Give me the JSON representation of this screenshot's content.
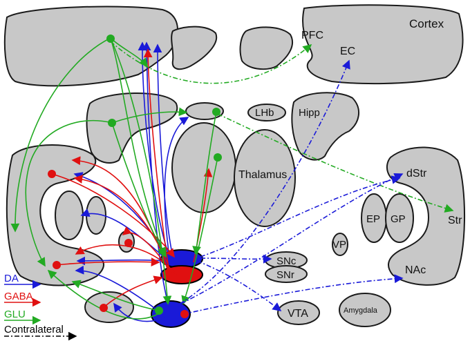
{
  "labels": {
    "cortex": "Cortex",
    "pfc": "PFC",
    "ec": "EC",
    "lhb": "LHb",
    "hipp": "Hipp",
    "thalamus": "Thalamus",
    "dstr": "dStr",
    "ep": "EP",
    "gp": "GP",
    "str": "Str",
    "vp": "VP",
    "snc": "SNc",
    "snr": "SNr",
    "nac": "NAc",
    "vta": "VTA",
    "amygdala": "Amygdala"
  },
  "legend": {
    "da": "DA",
    "gaba": "GABA",
    "glu": "GLU",
    "contralateral": "Contralateral"
  },
  "colors": {
    "da": "#1a1ad8",
    "gaba": "#e01010",
    "glu": "#22aa22",
    "contralateral": "#000000",
    "region_fill": "#c8c8c8",
    "region_stroke": "#1a1a1a"
  }
}
